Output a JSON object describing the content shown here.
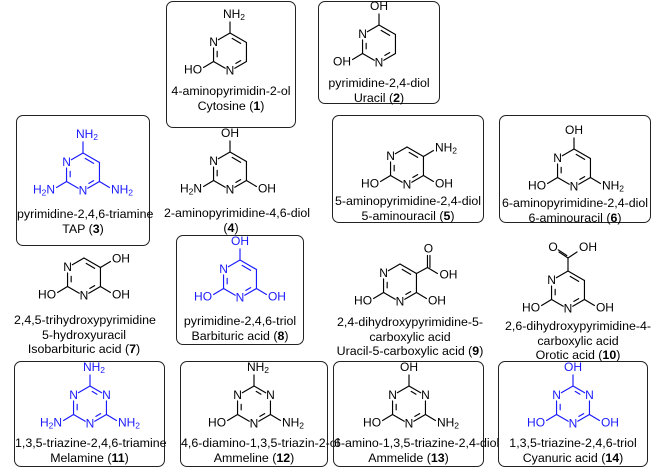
{
  "colors": {
    "black": "#000000",
    "blue": "#1a1aff"
  },
  "compounds": [
    {
      "id": "1",
      "boxed": true,
      "color": "#000000",
      "ring": "pyrimidine",
      "atoms": {
        "top": "NH2",
        "left": "",
        "br": "",
        "bl": "HO",
        "right": ""
      },
      "lines": [
        "4-aminopyrimidin-2-ol",
        "Cytosine ("
      ],
      "number": "1",
      "close": ")"
    },
    {
      "id": "2",
      "boxed": true,
      "color": "#000000",
      "ring": "pyrimidine",
      "atoms": {
        "top": "OH",
        "left": "",
        "br": "",
        "bl": "OH",
        "right": ""
      },
      "lines": [
        "pyrimidine-2,4-diol",
        "Uracil ("
      ],
      "number": "2",
      "close": ")"
    },
    {
      "id": "3",
      "boxed": true,
      "color": "#1a1aff",
      "ring": "pyrimidine",
      "atoms": {
        "top": "NH2",
        "left": "",
        "br": "NH2",
        "bl": "H2N",
        "right": ""
      },
      "lines": [
        "pyrimidine-2,4,6-triamine",
        "TAP ("
      ],
      "number": "3",
      "close": ")"
    },
    {
      "id": "4",
      "boxed": false,
      "color": "#000000",
      "ring": "pyrimidine",
      "atoms": {
        "top": "OH",
        "left": "",
        "br": "OH",
        "bl": "H2N",
        "right": ""
      },
      "lines": [
        "2-aminopyrimidine-4,6-diol",
        "("
      ],
      "number": "4",
      "close": ")"
    },
    {
      "id": "5",
      "boxed": true,
      "color": "#000000",
      "ring": "pyrimidine",
      "atoms": {
        "top": "",
        "left": "",
        "br": "OH",
        "bl": "HO",
        "right": "NH2"
      },
      "lines": [
        "5-aminopyrimidine-2,4-diol",
        "5-aminouracil ("
      ],
      "number": "5",
      "close": ")"
    },
    {
      "id": "6",
      "boxed": true,
      "color": "#000000",
      "ring": "pyrimidine",
      "atoms": {
        "top": "OH",
        "left": "",
        "br": "NH2",
        "bl": "HO",
        "right": ""
      },
      "lines": [
        "6-aminopyrimidine-2,4-diol",
        "6-aminouracil ("
      ],
      "number": "6",
      "close": ")"
    },
    {
      "id": "7",
      "boxed": false,
      "color": "#000000",
      "ring": "pyrimidine",
      "atoms": {
        "top": "",
        "left": "",
        "br": "OH",
        "bl": "HO",
        "right": "OH"
      },
      "lines": [
        "2,4,5-trihydroxypyrimidine",
        "5-hydroxyuracil",
        "Isobarbituric acid ("
      ],
      "number": "7",
      "close": ")"
    },
    {
      "id": "8",
      "boxed": true,
      "color": "#1a1aff",
      "ring": "pyrimidine",
      "atoms": {
        "top": "OH",
        "left": "",
        "br": "OH",
        "bl": "HO",
        "right": ""
      },
      "lines": [
        "pyrimidine-2,4,6-triol",
        "Barbituric acid ("
      ],
      "number": "8",
      "close": ")"
    },
    {
      "id": "9",
      "boxed": false,
      "color": "#000000",
      "ring": "pyrimidine",
      "atoms": {
        "top": "",
        "left": "",
        "br": "OH",
        "bl": "HO",
        "right": ""
      },
      "acid": {
        "pos": "right",
        "O": "O",
        "OH": "OH"
      },
      "lines": [
        "2,4-dihydroxypyrimidine-5-",
        "carboxylic acid",
        "Uracil-5-carboxylic acid ("
      ],
      "number": "9",
      "close": ")"
    },
    {
      "id": "10",
      "boxed": false,
      "color": "#000000",
      "ring": "pyrimidine",
      "atoms": {
        "top": "",
        "left": "",
        "br": "OH",
        "bl": "HO",
        "right": ""
      },
      "acid": {
        "pos": "top",
        "O": "O",
        "OH": "OH"
      },
      "lines": [
        "2,6-dihydroxypyrimidine-4-",
        "carboxylic acid",
        "Orotic acid ("
      ],
      "number": "10",
      "close": ")"
    },
    {
      "id": "11",
      "boxed": true,
      "color": "#1a1aff",
      "ring": "triazine",
      "atoms": {
        "top": "NH2",
        "br": "NH2",
        "bl": "H2N"
      },
      "lines": [
        "1,3,5-triazine-2,4,6-triamine",
        "Melamine ("
      ],
      "number": "11",
      "close": ")"
    },
    {
      "id": "12",
      "boxed": true,
      "color": "#000000",
      "ring": "triazine",
      "atoms": {
        "top": "NH2",
        "br": "NH2",
        "bl": "HO"
      },
      "lines": [
        "4,6-diamino-1,3,5-triazin-2-ol",
        "Ammeline ("
      ],
      "number": "12",
      "close": ")"
    },
    {
      "id": "13",
      "boxed": true,
      "color": "#000000",
      "ring": "triazine",
      "atoms": {
        "top": "OH",
        "br": "NH2",
        "bl": "HO"
      },
      "lines": [
        "6-amino-1,3,5-triazine-2,4-diol",
        "Ammelide ("
      ],
      "number": "13",
      "close": ")"
    },
    {
      "id": "14",
      "boxed": true,
      "color": "#1a1aff",
      "ring": "triazine",
      "atoms": {
        "top": "OH",
        "br": "OH",
        "bl": "HO"
      },
      "lines": [
        "1,3,5-triazine-2,4,6-triol",
        "Cyanuric acid ("
      ],
      "number": "14",
      "close": ")"
    }
  ],
  "ring_atom_N": "N"
}
